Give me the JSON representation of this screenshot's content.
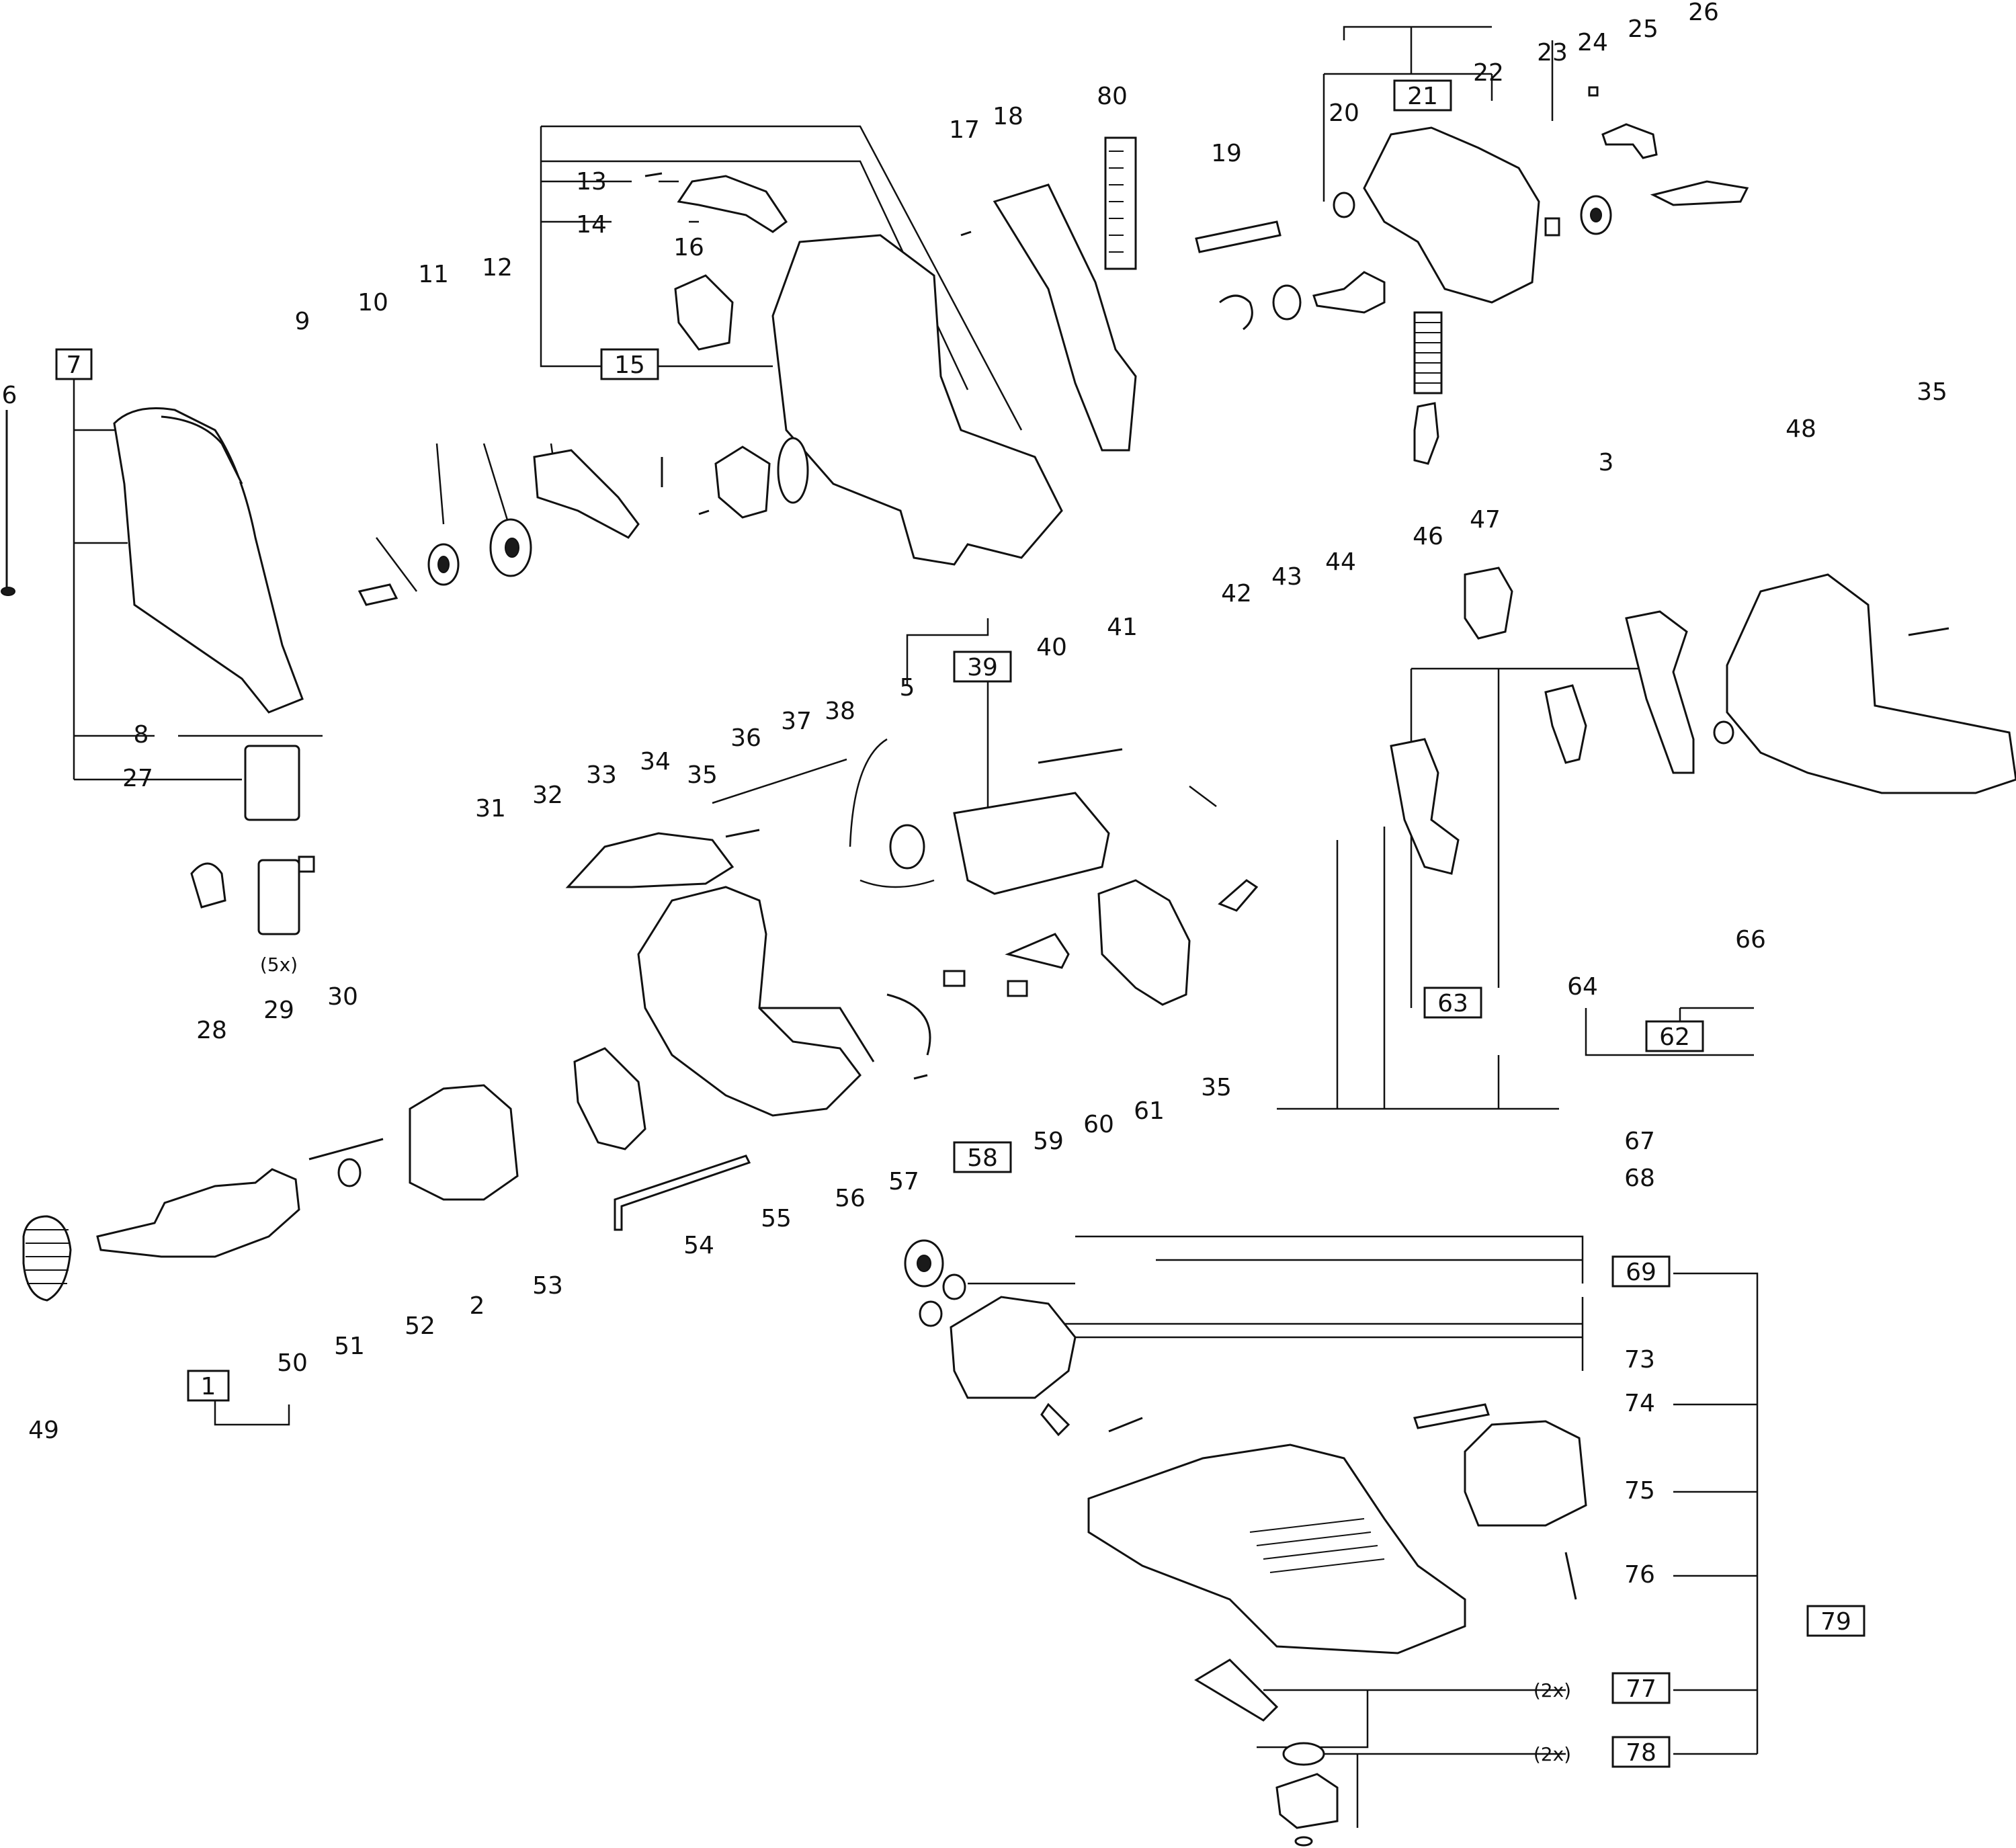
{
  "diagram": {
    "title": "Exploded parts diagram",
    "labels": [
      "1",
      "2",
      "3",
      "5",
      "6",
      "7",
      "8",
      "9",
      "10",
      "11",
      "12",
      "13",
      "14",
      "15",
      "16",
      "17",
      "18",
      "19",
      "20",
      "21",
      "22",
      "23",
      "24",
      "25",
      "26",
      "27",
      "28",
      "29",
      "30",
      "31",
      "32",
      "33",
      "34",
      "35",
      "36",
      "37",
      "38",
      "39",
      "40",
      "41",
      "42",
      "43",
      "44",
      "46",
      "47",
      "48",
      "49",
      "50",
      "51",
      "52",
      "53",
      "54",
      "55",
      "56",
      "57",
      "58",
      "59",
      "60",
      "61",
      "62",
      "63",
      "64",
      "66",
      "67",
      "68",
      "69",
      "73",
      "74",
      "75",
      "76",
      "77",
      "78",
      "79",
      "80"
    ],
    "boxed_labels": [
      "1",
      "7",
      "15",
      "21",
      "39",
      "58",
      "62",
      "63",
      "69",
      "77",
      "78",
      "79"
    ],
    "annotations": {
      "qty_5x": "(5x)",
      "qty_2x_77": "(2x)",
      "qty_2x_78": "(2x)"
    },
    "colors": {
      "ink": "#111111",
      "paper": "#ffffff"
    }
  }
}
